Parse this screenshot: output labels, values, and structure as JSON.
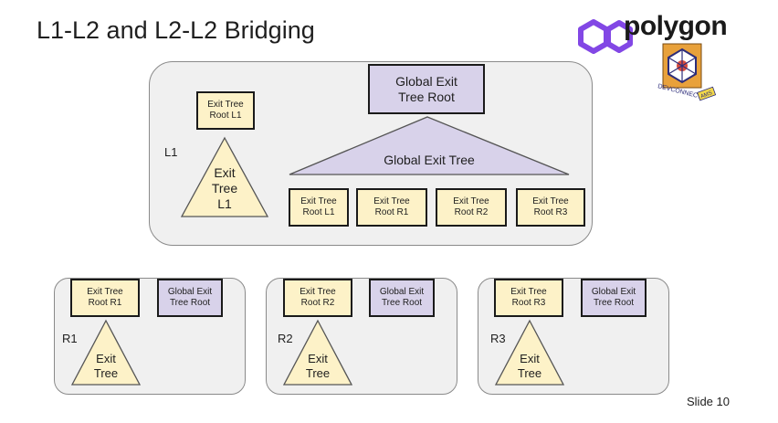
{
  "slide": {
    "title": "L1-L2 and L2-L2 Bridging",
    "slide_number": "Slide 10"
  },
  "logo": {
    "brand_text": "polygon",
    "badge_text": "DEVCONNECT",
    "badge_sub": "AMS",
    "brand_color": "#8247e5"
  },
  "l1": {
    "label": "L1",
    "exit_tree_root": [
      "Exit Tree",
      "Root L1"
    ],
    "exit_tree": [
      "Exit",
      "Tree",
      "L1"
    ],
    "global_exit_tree_root": [
      "Global Exit",
      "Tree Root"
    ],
    "global_exit_tree": "Global Exit Tree",
    "leaves": [
      [
        "Exit Tree",
        "Root L1"
      ],
      [
        "Exit Tree",
        "Root R1"
      ],
      [
        "Exit Tree",
        "Root R2"
      ],
      [
        "Exit Tree",
        "Root R3"
      ]
    ]
  },
  "rollups": [
    {
      "label": "R1",
      "exit_tree_root": [
        "Exit Tree",
        "Root R1"
      ],
      "global_exit_tree_root": [
        "Global Exit",
        "Tree Root"
      ],
      "exit_tree": [
        "Exit",
        "Tree"
      ]
    },
    {
      "label": "R2",
      "exit_tree_root": [
        "Exit Tree",
        "Root R2"
      ],
      "global_exit_tree_root": [
        "Global Exit",
        "Tree Root"
      ],
      "exit_tree": [
        "Exit",
        "Tree"
      ]
    },
    {
      "label": "R3",
      "exit_tree_root": [
        "Exit Tree",
        "Root R3"
      ],
      "global_exit_tree_root": [
        "Global Exit",
        "Tree Root"
      ],
      "exit_tree": [
        "Exit",
        "Tree"
      ]
    }
  ],
  "colors": {
    "yellow_fill": "#fdf2c8",
    "purple_fill": "#d8d2ea",
    "panel_fill": "#f0f0f0"
  }
}
